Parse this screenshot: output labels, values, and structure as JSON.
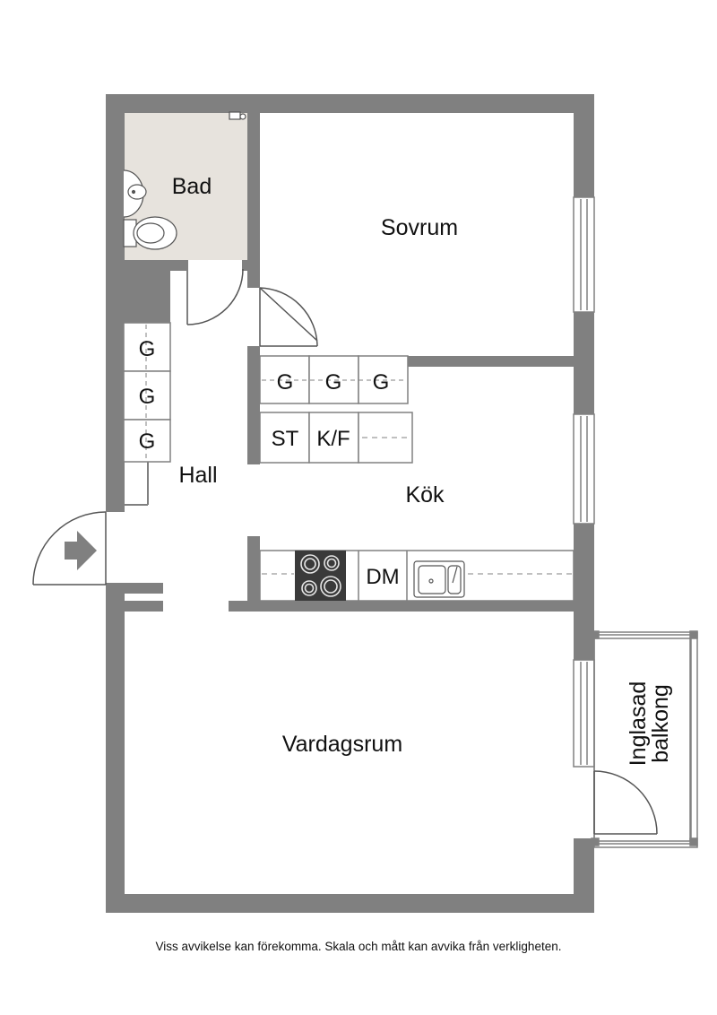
{
  "rooms": {
    "bad": "Bad",
    "sovrum": "Sovrum",
    "hall": "Hall",
    "kok": "Kök",
    "vardagsrum": "Vardagsrum",
    "balkong_line1": "Inglasad",
    "balkong_line2": "balkong"
  },
  "fixtures": {
    "g": "G",
    "st": "ST",
    "kf": "K/F",
    "dm": "DM"
  },
  "icons": {
    "entrance": "entrance-arrow-icon"
  },
  "colors": {
    "wall": "#808080",
    "bathroom_floor": "#e7e3dd",
    "background": "#ffffff",
    "text": "#111111"
  },
  "disclaimer": "Viss avvikelse kan förekomma. Skala och mått kan avvika från verkligheten."
}
